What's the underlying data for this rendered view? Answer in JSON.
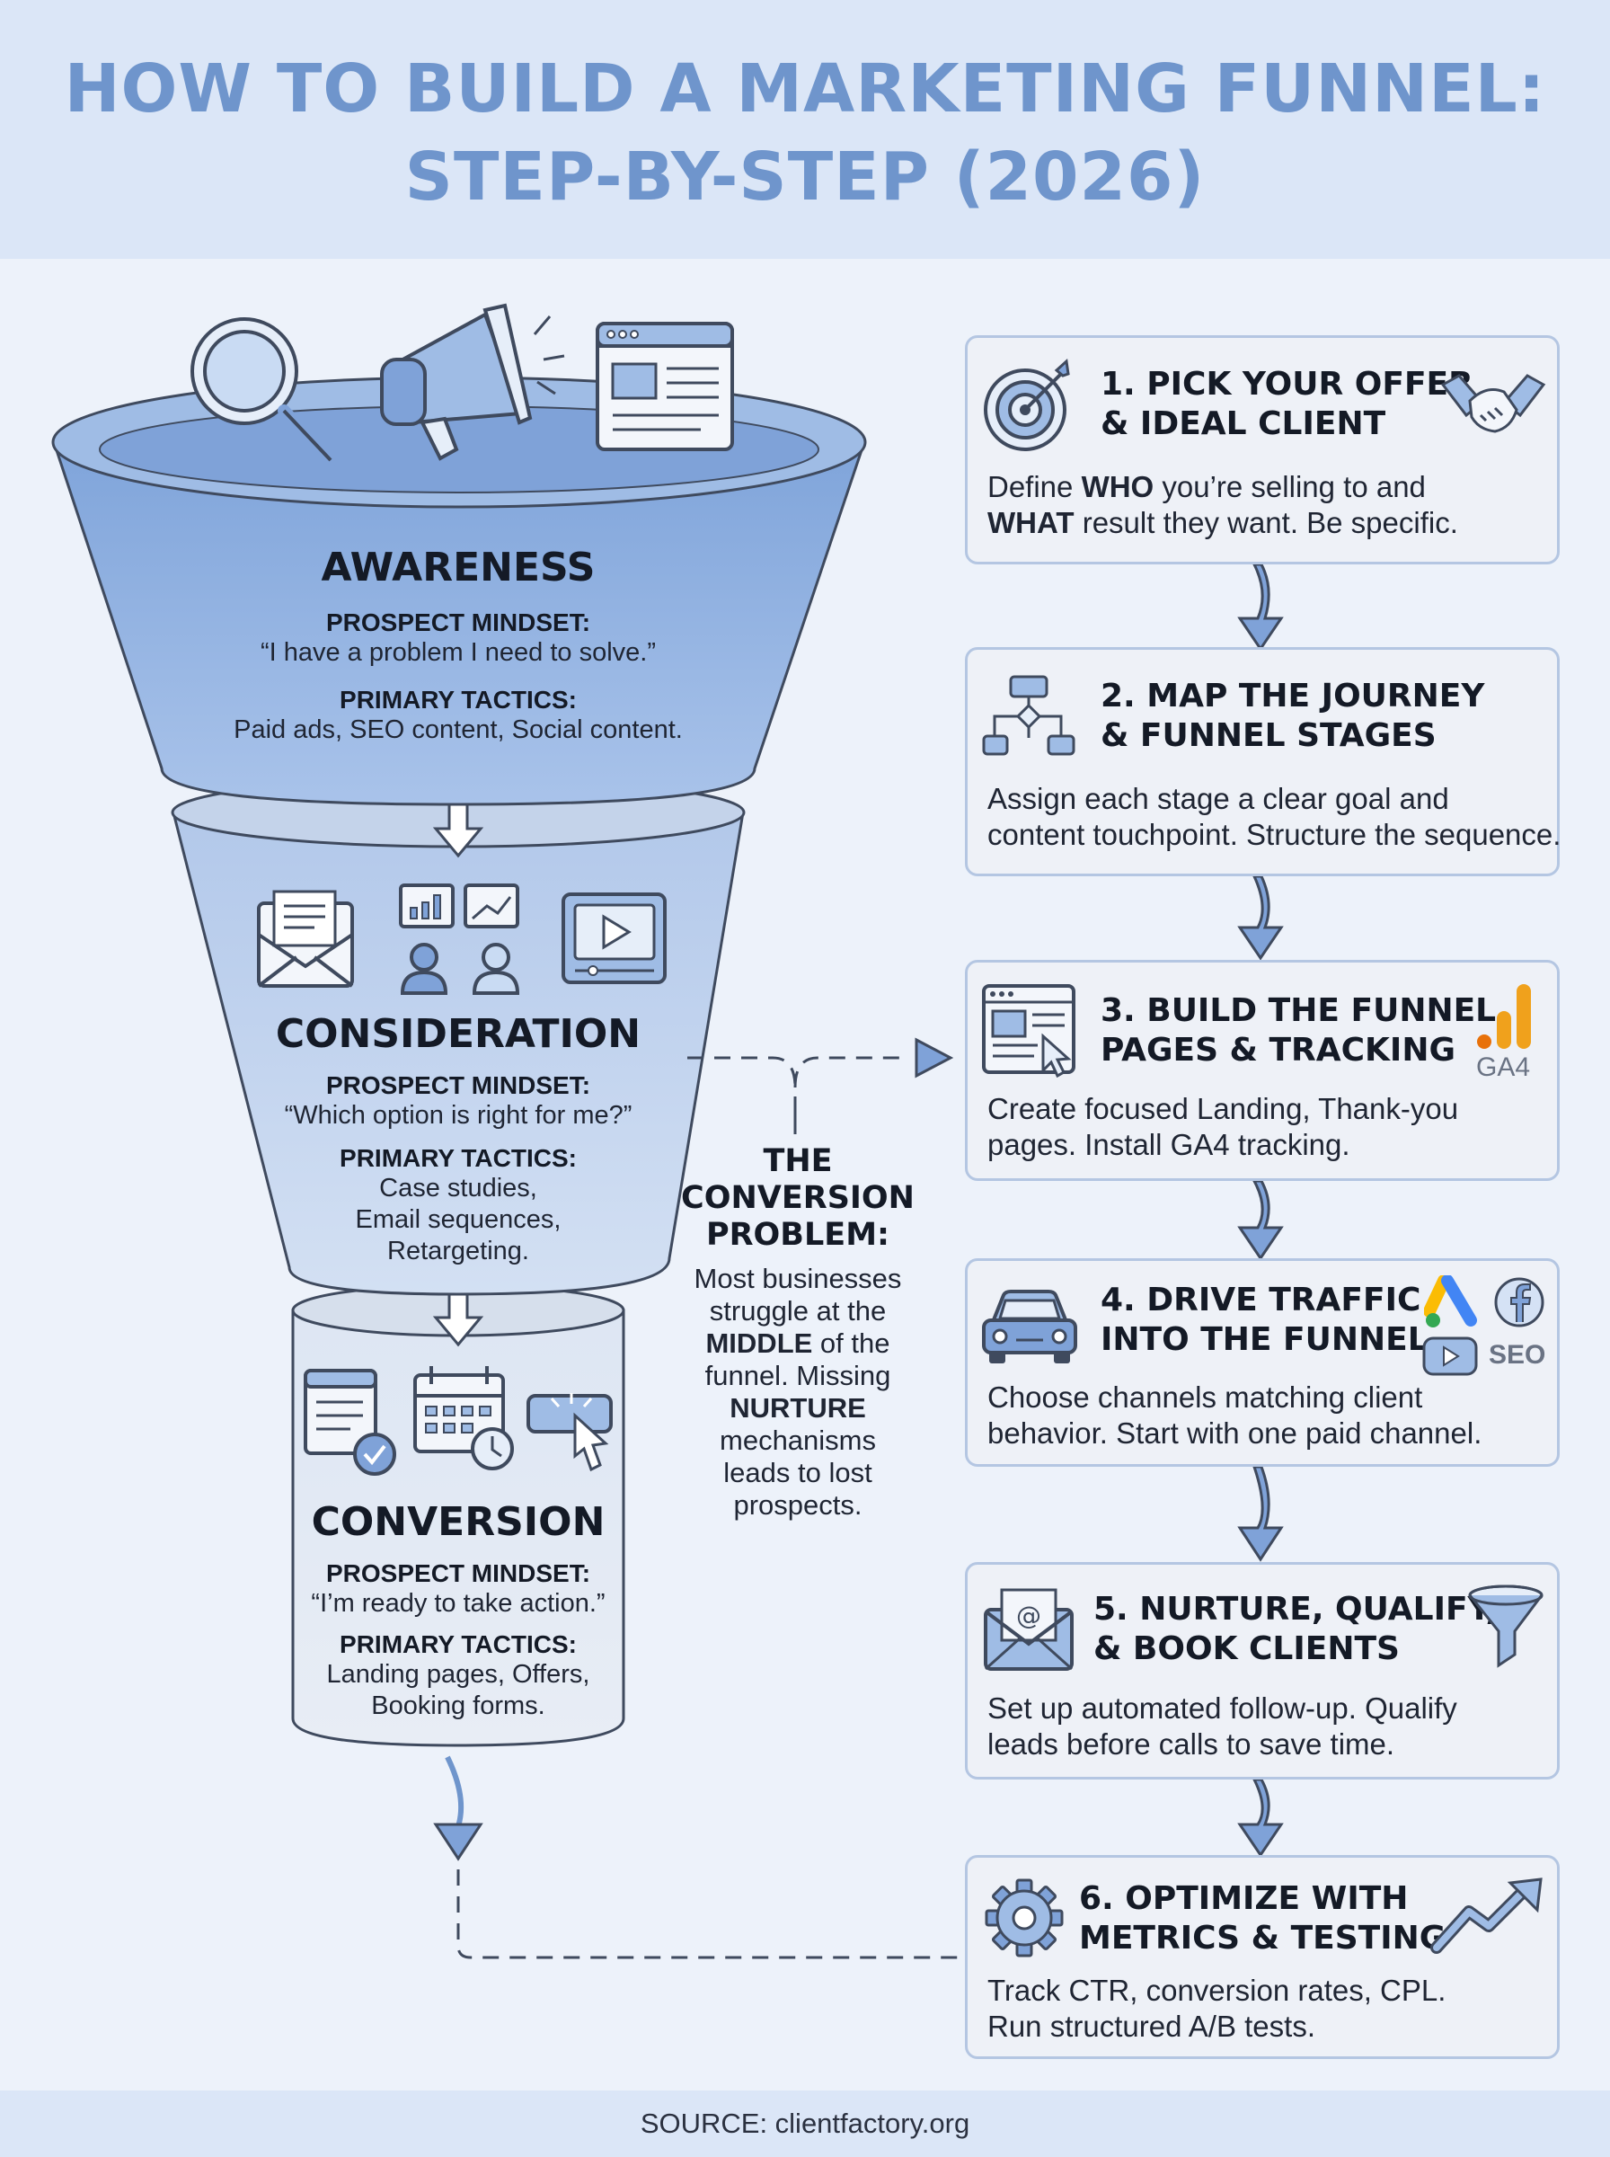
{
  "title": {
    "line1": "HOW TO BUILD A MARKETING FUNNEL:",
    "line2": "STEP-BY-STEP (2026)"
  },
  "funnel": {
    "awareness": {
      "title": "AWARENESS",
      "mindset_label": "PROSPECT MINDSET:",
      "mindset": "“I have a problem I need to solve.”",
      "tactics_label": "PRIMARY TACTICS:",
      "tactics": "Paid ads, SEO content, Social content.",
      "icons": [
        "magnifier-icon",
        "megaphone-icon",
        "browser-window-icon"
      ]
    },
    "consideration": {
      "title": "CONSIDERATION",
      "mindset_label": "PROSPECT MINDSET:",
      "mindset": "“Which option is right for me?”",
      "tactics_label": "PRIMARY TACTICS:",
      "tactics_lines": [
        "Case studies,",
        "Email sequences,",
        "Retargeting."
      ],
      "icons": [
        "envelope-icon",
        "people-chart-icon",
        "video-player-icon"
      ]
    },
    "conversion": {
      "title": "CONVERSION",
      "mindset_label": "PROSPECT MINDSET:",
      "mindset": "“I’m ready to take action.”",
      "tactics_label": "PRIMARY TACTICS:",
      "tactics_lines": [
        "Landing pages, Offers,",
        "Booking forms."
      ],
      "icons": [
        "form-check-icon",
        "calendar-clock-icon",
        "click-button-icon"
      ]
    }
  },
  "problem": {
    "title_lines": [
      "THE",
      "CONVERSION",
      "PROBLEM:"
    ],
    "body": {
      "l1": "Most businesses",
      "l2": "struggle at the",
      "l3_bold": "MIDDLE",
      "l3_rest": " of the",
      "l4": "funnel. Missing",
      "l5_bold": "NURTURE",
      "l6": "mechanisms",
      "l7": "leads to lost",
      "l8": "prospects."
    }
  },
  "steps": [
    {
      "title_lines": [
        "1. PICK YOUR OFFER",
        "& IDEAL CLIENT"
      ],
      "body": {
        "b1": "WHO",
        "t1": "Define ",
        "t2": " you’re selling to and",
        "b2": "WHAT",
        "t3": " result they want. Be specific."
      },
      "icons": [
        "target-icon",
        "handshake-icon"
      ]
    },
    {
      "title_lines": [
        "2. MAP THE JOURNEY",
        "& FUNNEL STAGES"
      ],
      "body_lines": [
        "Assign each stage a clear goal and",
        "content touchpoint. Structure the sequence."
      ],
      "icons": [
        "flowchart-icon"
      ]
    },
    {
      "title_lines": [
        "3. BUILD THE FUNNEL",
        "PAGES & TRACKING"
      ],
      "body_lines": [
        "Create focused Landing, Thank-you",
        "pages. Install GA4 tracking."
      ],
      "badge": "GA4",
      "icons": [
        "webpage-cursor-icon",
        "ga4-bars-icon"
      ]
    },
    {
      "title_lines": [
        "4. DRIVE TRAFFIC",
        "INTO THE FUNNEL"
      ],
      "body_lines": [
        "Choose channels matching client",
        "behavior. Start with one paid channel."
      ],
      "badge": "SEO",
      "icons": [
        "car-icon",
        "google-ads-icon",
        "facebook-icon",
        "youtube-icon"
      ]
    },
    {
      "title_lines": [
        "5. NURTURE, QUALIFY,",
        "& BOOK CLIENTS"
      ],
      "body_lines": [
        "Set up automated follow-up. Qualify",
        "leads before calls to save time."
      ],
      "icons": [
        "email-at-icon",
        "filter-funnel-icon"
      ]
    },
    {
      "title_lines": [
        "6. OPTIMIZE WITH",
        "METRICS & TESTING"
      ],
      "body_lines": [
        "Track CTR, conversion rates, CPL.",
        "Run structured A/B tests."
      ],
      "icons": [
        "gear-icon",
        "trend-up-icon"
      ]
    }
  ],
  "footer": "SOURCE: clientfactory.org",
  "colors": {
    "accent": "#7ea3d9",
    "accent_dark": "#5a80bb",
    "header_bg": "#dbe6f7",
    "page_bg": "#edf2fa",
    "card_border": "#b4c6e2",
    "title_text": "#6f95cc",
    "ga4_orange": "#f0a11c",
    "google_blue": "#4285f4",
    "google_yellow": "#fbbc04",
    "google_green": "#34a853"
  }
}
